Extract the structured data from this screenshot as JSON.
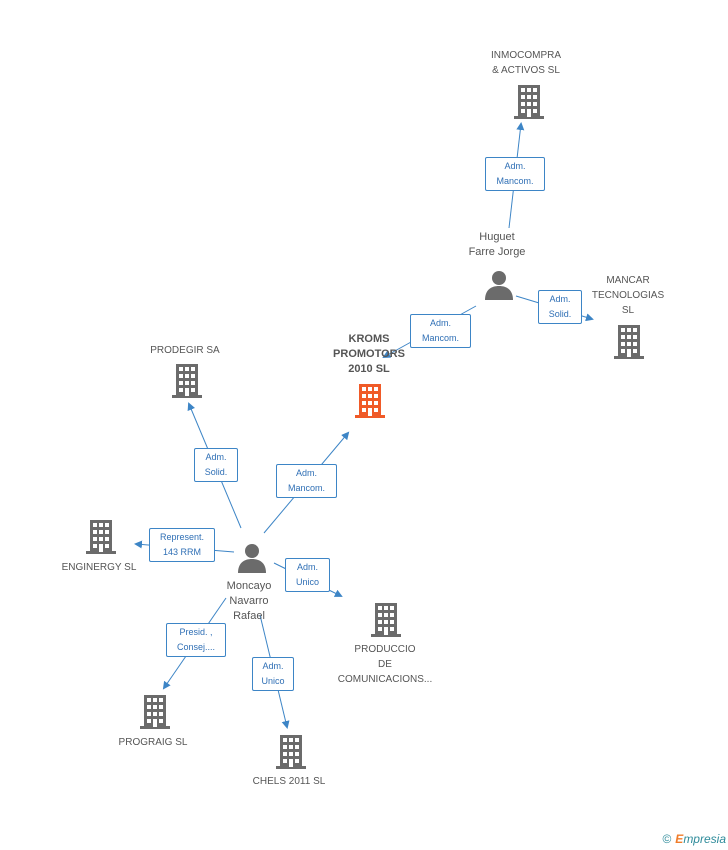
{
  "colors": {
    "edge": "#3d85c6",
    "building": "#6b6b6b",
    "focus_building": "#f05a28",
    "person": "#6b6b6b"
  },
  "nodes": {
    "inmocompra": {
      "label": "INMOCOMPRA\n& ACTIVOS SL",
      "icon": "building-icon"
    },
    "huguet": {
      "label": "Huguet\nFarre Jorge",
      "icon": "person-icon"
    },
    "mancar": {
      "label": "MANCAR\nTECNOLOGIAS\nSL",
      "icon": "building-icon"
    },
    "kroms": {
      "label": "KROMS\nPROMOTORS\n2010 SL",
      "icon": "building-icon"
    },
    "prodegir": {
      "label": "PRODEGIR SA",
      "icon": "building-icon"
    },
    "enginergy": {
      "label": "ENGINERGY SL",
      "icon": "building-icon"
    },
    "moncayo": {
      "label": "Moncayo\nNavarro\nRafael",
      "icon": "person-icon"
    },
    "producció": {
      "label": "PRODUCCIO\nDE\nCOMUNICACIONS...",
      "icon": "building-icon"
    },
    "prograig": {
      "label": "PROGRAIG SL",
      "icon": "building-icon"
    },
    "chels": {
      "label": "CHELS 2011 SL",
      "icon": "building-icon"
    }
  },
  "edges": {
    "huguet_inmocompra": "Adm.\nMancom.",
    "huguet_mancar": "Adm.\nSolid.",
    "huguet_kroms": "Adm.\nMancom.",
    "moncayo_prodegir": "Adm.\nSolid.",
    "moncayo_kroms": "Adm.\nMancom.",
    "moncayo_enginergy": "Represent.\n143 RRM",
    "moncayo_produccio": "Adm.\nUnico",
    "moncayo_prograig": "Presid. ,\nConsej....",
    "moncayo_chels": "Adm.\nUnico"
  },
  "footer": {
    "copyright": "©",
    "brand_initial": "E",
    "brand_rest": "mpresia"
  }
}
